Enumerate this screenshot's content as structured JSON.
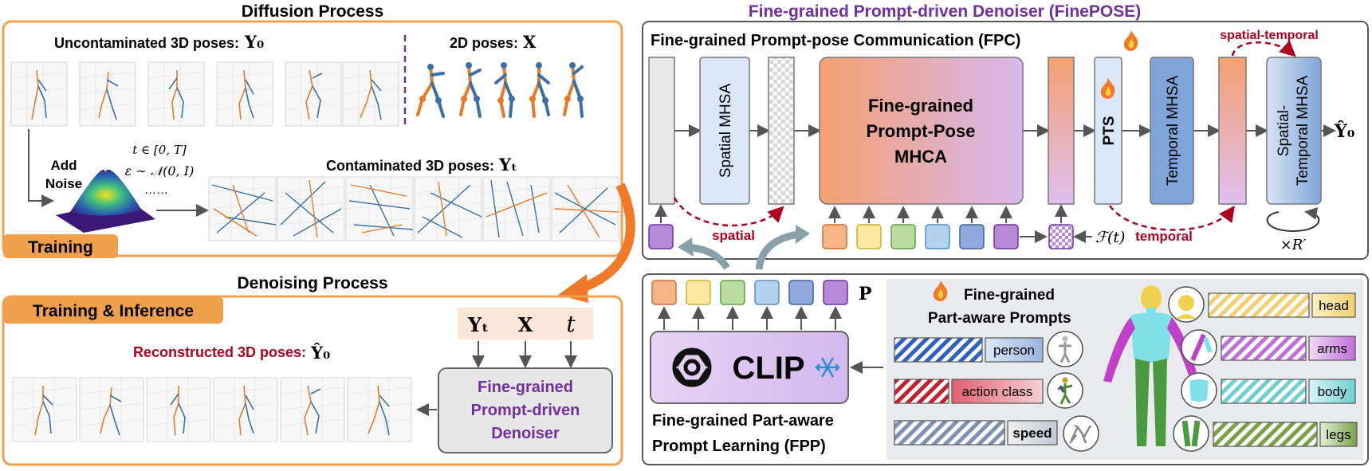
{
  "colors": {
    "orange_frame": "#f0a04b",
    "purple": "#7030a0",
    "dark_red": "#b00020",
    "gray_frame": "#595959",
    "prompt_tokens": [
      "#f6b68a",
      "#fbe9a0",
      "#b9dca0",
      "#b4d2ef",
      "#8ea9db",
      "#b58ad6"
    ]
  },
  "left": {
    "diffusion_title": "Diffusion Process",
    "uncontaminated_label": "Uncontaminated 3D poses:",
    "uncontaminated_sym": "Y₀",
    "poses2d_label": "2D poses:",
    "poses2d_sym": "X",
    "add_noise_1": "Add",
    "add_noise_2": "Noise",
    "t_range": "t ∈ [0, T]",
    "eps_dist": "ε ∼ 𝒩(0, I)",
    "dots": "……",
    "contaminated_label": "Contaminated 3D poses:",
    "contaminated_sym": "Yₜ",
    "training_tag": "Training",
    "denoising_title": "Denoising Process",
    "train_infer_tag": "Training & Inference",
    "reconstructed_label": "Reconstructed 3D poses:",
    "reconstructed_sym": "Ŷ₀",
    "inputs": [
      "Yₜ",
      "X",
      "t"
    ],
    "denoiser_1": "Fine-grained",
    "denoiser_2": "Prompt-driven",
    "denoiser_3": "Denoiser"
  },
  "fpc": {
    "main_title": "Fine-grained Prompt-driven Denoiser (FinePOSE)",
    "title": "Fine-grained Prompt-pose Communication (FPC)",
    "spatial_mhsa": "Spatial MHSA",
    "mhca_1": "Fine-grained",
    "mhca_2": "Prompt-Pose",
    "mhca_3": "MHCA",
    "pts": "PTS",
    "temporal_mhsa": "Temporal MHSA",
    "st_mhsa_1": "Spatial-",
    "st_mhsa_2": "Temporal MHSA",
    "output": "Ŷ₀",
    "spatial": "spatial",
    "temporal": "temporal",
    "spatial_temporal": "spatial-temporal",
    "f_t": "ℱ(t)",
    "repeat": "×R′"
  },
  "fpp": {
    "p_label": "P",
    "clip": "CLIP",
    "title_1": "Fine-grained Part-aware",
    "title_2": "Prompt Learning (FPP)",
    "prompts_1": "Fine-grained",
    "prompts_2": "Part-aware Prompts",
    "left_tags": [
      "person",
      "action class",
      "speed"
    ],
    "right_tags": [
      "head",
      "arms",
      "body",
      "legs"
    ]
  }
}
